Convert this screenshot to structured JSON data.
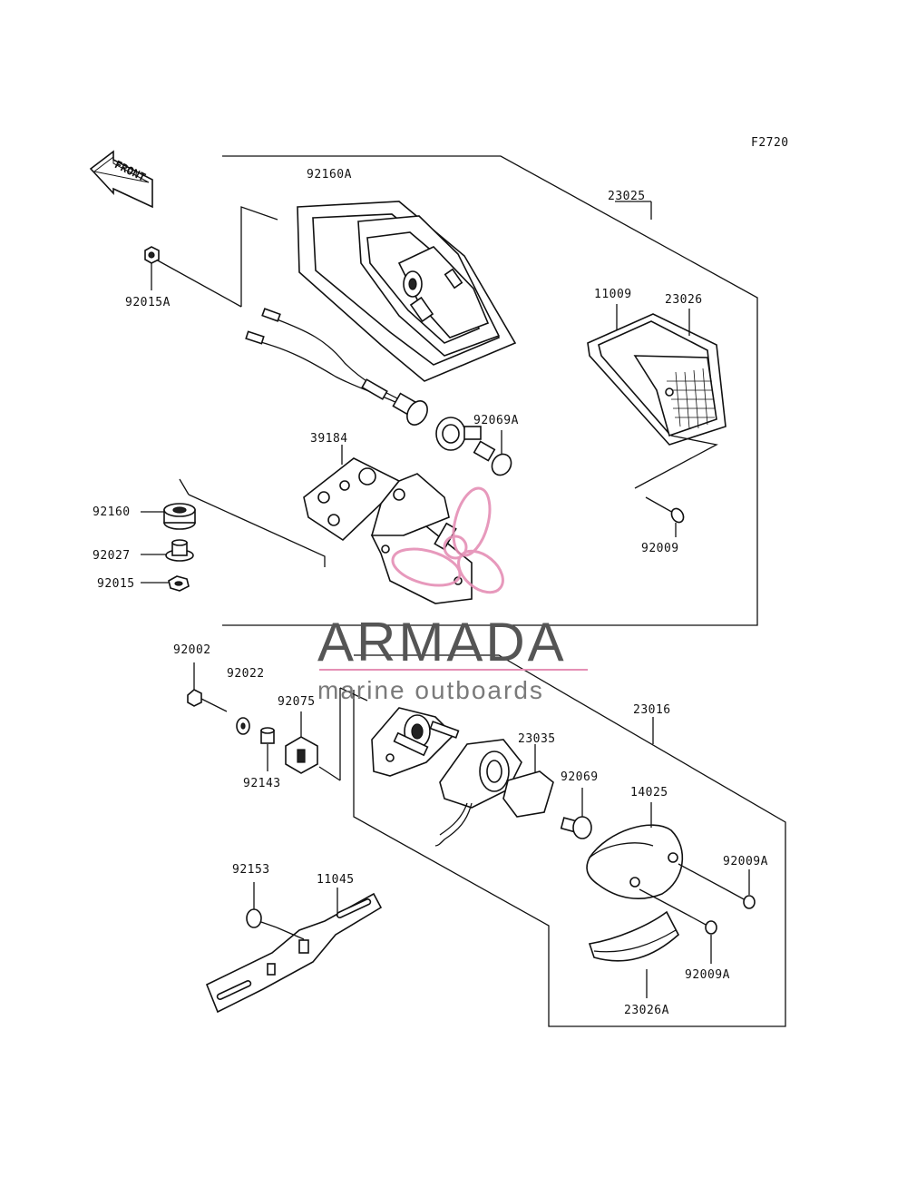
{
  "figure_code": "F2720",
  "front_label": "FRONT",
  "watermark": {
    "brand": "ARMADA",
    "tagline": "marine outboards",
    "accent_color": "#e58fb5"
  },
  "labels": {
    "p92160A": "92160A",
    "p23025": "23025",
    "p92015A": "92015A",
    "p11009": "11009",
    "p23026": "23026",
    "p92069A": "92069A",
    "p39184": "39184",
    "p92160": "92160",
    "p92027": "92027",
    "p92015": "92015",
    "p92009": "92009",
    "p92002": "92002",
    "p92022": "92022",
    "p92075": "92075",
    "p23016": "23016",
    "p23035": "23035",
    "p92069": "92069",
    "p14025": "14025",
    "p92143": "92143",
    "p92009A_1": "92009A",
    "p92153": "92153",
    "p11045": "11045",
    "p92009A_2": "92009A",
    "p23026A": "23026A"
  }
}
